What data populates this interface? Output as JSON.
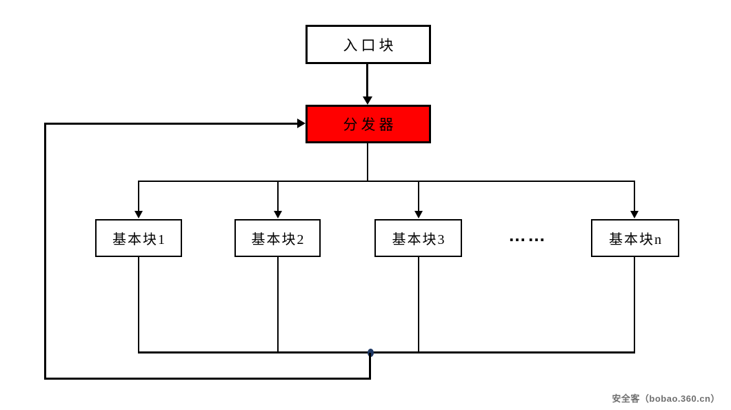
{
  "diagram": {
    "type": "flowchart",
    "nodes": {
      "entry": {
        "label": "入口块",
        "fill": "#FFFFFF"
      },
      "dispatcher": {
        "label": "分发器",
        "fill": "#FF0000"
      },
      "block1": {
        "label": "基本块1",
        "fill": "#FFFFFF"
      },
      "block2": {
        "label": "基本块2",
        "fill": "#FFFFFF"
      },
      "block3": {
        "label": "基本块3",
        "fill": "#FFFFFF"
      },
      "ellipsis": {
        "label": "……"
      },
      "blockn": {
        "label": "基本块n",
        "fill": "#FFFFFF"
      }
    },
    "edges": [
      {
        "from": "entry",
        "to": "dispatcher",
        "style": "arrow"
      },
      {
        "from": "dispatcher",
        "to": "block1",
        "style": "arrow"
      },
      {
        "from": "dispatcher",
        "to": "block2",
        "style": "arrow"
      },
      {
        "from": "dispatcher",
        "to": "block3",
        "style": "arrow"
      },
      {
        "from": "dispatcher",
        "to": "blockn",
        "style": "arrow"
      },
      {
        "from": "block1",
        "to": "dispatcher",
        "style": "loop-back"
      },
      {
        "from": "block2",
        "to": "dispatcher",
        "style": "loop-back"
      },
      {
        "from": "block3",
        "to": "dispatcher",
        "style": "loop-back"
      },
      {
        "from": "blockn",
        "to": "dispatcher",
        "style": "loop-back"
      }
    ],
    "colors": {
      "line": "#000000",
      "node_border": "#000000",
      "dispatcher_fill": "#FF0000",
      "junction_dot": "#1F3864",
      "background": "#FFFFFF"
    }
  },
  "watermark": {
    "text": "安全客（bobao.360.cn）"
  }
}
